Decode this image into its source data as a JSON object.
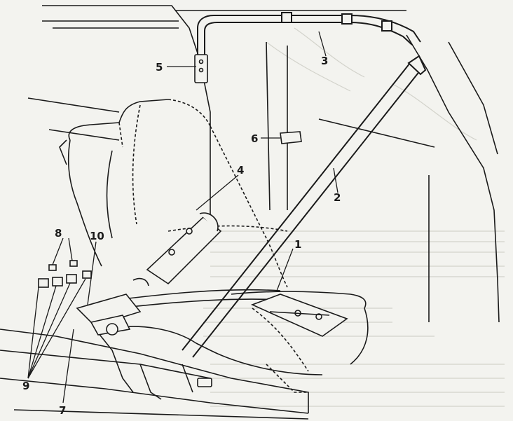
{
  "diagram": {
    "callouts": [
      {
        "id": "callout-1",
        "label": "1"
      },
      {
        "id": "callout-2",
        "label": "2"
      },
      {
        "id": "callout-3",
        "label": "3"
      },
      {
        "id": "callout-4",
        "label": "4"
      },
      {
        "id": "callout-5",
        "label": "5"
      },
      {
        "id": "callout-6",
        "label": "6"
      },
      {
        "id": "callout-7",
        "label": "7"
      },
      {
        "id": "callout-8",
        "label": "8"
      },
      {
        "id": "callout-9",
        "label": "9"
      },
      {
        "id": "callout-10",
        "label": "10"
      }
    ],
    "colors": {
      "ink": "#1a1a1a",
      "paper": "#f3f3ef",
      "ghost": "#b8b8b0"
    }
  }
}
